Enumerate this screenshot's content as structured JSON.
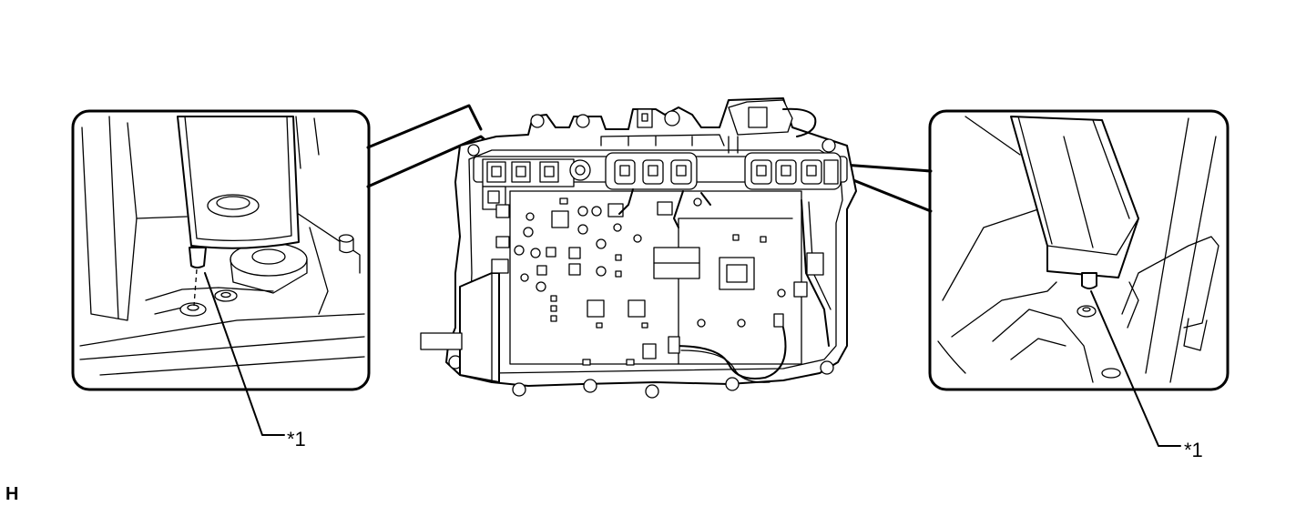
{
  "labels": {
    "left_callout": "*1",
    "right_callout": "*1"
  },
  "corner_code": "H"
}
